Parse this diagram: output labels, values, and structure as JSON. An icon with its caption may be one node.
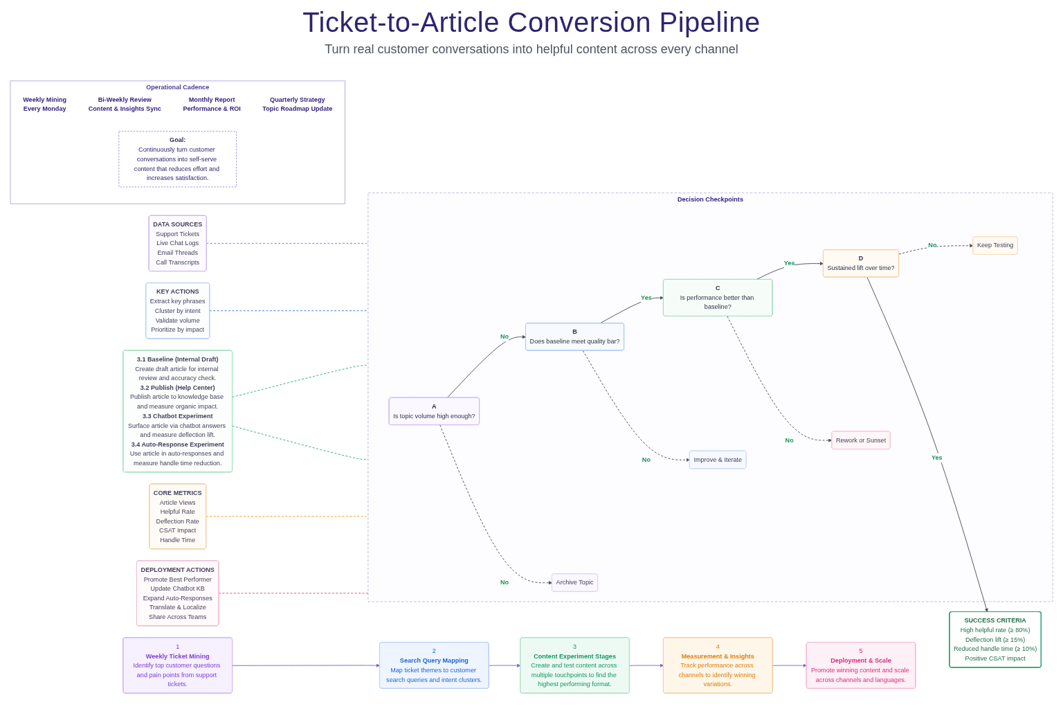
{
  "diagram": {
    "title": "Ticket-to-Article Conversion Pipeline",
    "labels": [
      "Turn real customer conversations into helpful content across every channel"
    ],
    "nodes": [
      {
        "text": [
          "1",
          "Weekly Ticket Mining",
          "Identify top customer questions and pain points from support tickets."
        ]
      },
      {
        "text": [
          "2",
          "Search Query Mapping",
          "Map ticket themes to customer search queries and intent clusters."
        ]
      },
      {
        "text": [
          "3",
          "Content Experiment Stages",
          "Create and test content across multiple touchpoints to find the highest performing format."
        ]
      },
      {
        "text": [
          "4",
          "Measurement & Insights",
          "Track performance across channels to identify winning variations."
        ]
      },
      {
        "text": [
          "5",
          "Deployment & Scale",
          "Promote winning content and scale across channels and languages."
        ]
      },
      {
        "text": [
          "DATA SOURCES",
          "Support Tickets",
          "Live Chat Logs",
          "Email Threads",
          "Call Transcripts"
        ]
      },
      {
        "text": [
          "KEY ACTIONS",
          "Extract key phrases",
          "Cluster by intent",
          "Validate volume",
          "Prioritize by impact"
        ]
      },
      {
        "text": [
          "3.1 Baseline (Internal Draft)",
          "Create draft article for internal review and accuracy check.",
          "3.2 Publish (Help Center)",
          "Publish article to knowledge base and measure organic impact.",
          "3.3 Chatbot Experiment",
          "Surface article via chatbot answers and measure deflection lift.",
          "3.4 Auto-Response Experiment",
          "Use article in auto-responses and measure handle time reduction."
        ]
      },
      {
        "text": [
          "CORE METRICS",
          "Article Views",
          "Helpful Rate",
          "Deflection Rate",
          "CSAT Impact",
          "Handle Time"
        ]
      },
      {
        "text": [
          "DEPLOYMENT ACTIONS",
          "Promote Best Performer",
          "Update Chatbot KB",
          "Expand Auto-Responses",
          "Translate & Localize",
          "Share Across Teams"
        ]
      },
      {
        "text": [
          "Decision Checkpoints"
        ]
      },
      {
        "text": [
          "A",
          "Is topic volume high enough?"
        ],
        "in": 10
      },
      {
        "text": [
          "B",
          "Does baseline meet quality bar?"
        ],
        "in": 10
      },
      {
        "text": [
          "C",
          "Is performance better than baseline?"
        ],
        "in": 10
      },
      {
        "text": [
          "D",
          "Sustained lift over time?"
        ],
        "in": 10
      },
      {
        "text": [
          "Archive Topic"
        ],
        "in": 10
      },
      {
        "text": [
          "Improve & Iterate"
        ],
        "in": 10
      },
      {
        "text": [
          "Rework or Sunset"
        ],
        "in": 10
      },
      {
        "text": [
          "Keep Testing"
        ],
        "in": 10
      },
      {
        "text": [
          "SUCCESS CRITERIA",
          "High helpful rate (≥ 80%)",
          "Deflection lift (≥ 15%)",
          "Reduced handle time (≥ 10%)",
          "Positive CSAT impact"
        ]
      },
      {
        "text": [
          "Operational Cadence",
          "Weekly Mining",
          "Every Monday",
          "Bi-Weekly Review",
          "Content & Insights Sync",
          "Monthly Report",
          "Performance & ROI",
          "Quarterly Strategy",
          "Topic Roadmap Update"
        ]
      },
      {
        "text": [
          "Goal:",
          "Continuously turn customer conversations into self-serve content that reduces effort and increases satisfaction."
        ],
        "in": 20
      }
    ],
    "edges": [
      {
        "from": 0,
        "to": 1,
        "arrow": "to",
        "color": "#7b68c8"
      },
      {
        "from": 1,
        "to": 2,
        "arrow": "to",
        "color": "#7b68c8"
      },
      {
        "from": 2,
        "to": 3,
        "arrow": "to",
        "color": "#7b68c8"
      },
      {
        "from": 3,
        "to": 4,
        "arrow": "to",
        "color": "#7b68c8"
      },
      {
        "from": 5,
        "to": 10,
        "arrow": "none",
        "style": "dashed",
        "color": "#9b6fe0"
      },
      {
        "from": 6,
        "to": 10,
        "arrow": "none",
        "style": "dashed",
        "color": "#3b78d8"
      },
      {
        "from": 7,
        "to": 10,
        "arrow": "none",
        "style": "dashed",
        "color": "#2bb07a"
      },
      {
        "from": 7,
        "to": 10,
        "arrow": "none",
        "style": "dashed",
        "color": "#2bb07a"
      },
      {
        "from": 8,
        "to": 10,
        "arrow": "none",
        "style": "dashed",
        "color": "#f29a1f"
      },
      {
        "from": 9,
        "to": 10,
        "arrow": "none",
        "style": "dashed",
        "color": "#e0488b"
      },
      {
        "from": 11,
        "to": 12,
        "arrow": "to",
        "label": "No"
      },
      {
        "from": 12,
        "to": 13,
        "arrow": "to",
        "label": "Yes"
      },
      {
        "from": 13,
        "to": 14,
        "arrow": "to",
        "label": "Yes"
      },
      {
        "from": 14,
        "to": 19,
        "arrow": "to",
        "label": "Yes"
      },
      {
        "from": 11,
        "to": 15,
        "arrow": "to",
        "label": "No",
        "style": "dashed"
      },
      {
        "from": 12,
        "to": 16,
        "arrow": "to",
        "label": "No",
        "style": "dashed"
      },
      {
        "from": 13,
        "to": 17,
        "arrow": "to",
        "label": "No",
        "style": "dashed"
      },
      {
        "from": 14,
        "to": 18,
        "arrow": "to",
        "label": "No",
        "style": "dashed"
      }
    ]
  }
}
